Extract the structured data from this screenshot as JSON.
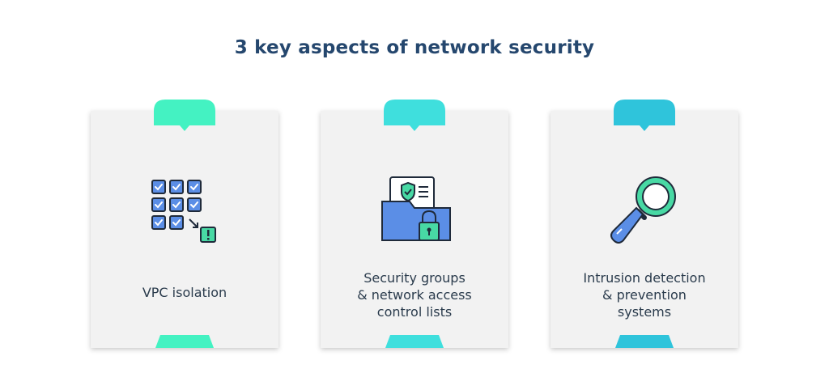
{
  "title": "3 key aspects of network security",
  "colors": {
    "title": "#25476e",
    "card_bg": "#f2f2f2",
    "accent_1": "#44f2c2",
    "accent_2": "#3fdfdd",
    "accent_3": "#2fc4db",
    "icon_blue": "#5b8ee6",
    "icon_green": "#48d9a4"
  },
  "cards": [
    {
      "label_lines": [
        "VPC isolation"
      ],
      "icon": "vpc-grid-icon"
    },
    {
      "label_lines": [
        "Security groups",
        "& network access",
        "control lists"
      ],
      "icon": "security-folder-icon"
    },
    {
      "label_lines": [
        "Intrusion detection",
        "& prevention",
        "systems"
      ],
      "icon": "magnifier-icon"
    }
  ]
}
